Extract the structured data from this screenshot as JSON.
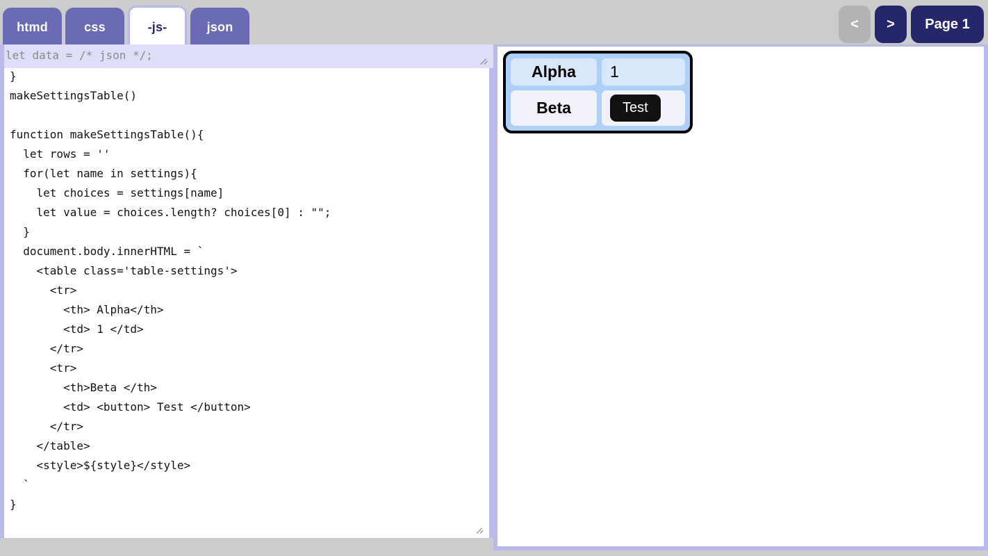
{
  "tabs": [
    {
      "label": "htmd",
      "active": false
    },
    {
      "label": "css",
      "active": false
    },
    {
      "label": "-js-",
      "active": true
    },
    {
      "label": "json",
      "active": false
    }
  ],
  "nav": {
    "prev_label": "<",
    "next_label": ">",
    "page_label": "Page 1",
    "prev_disabled": true,
    "accent_color": "#26266b",
    "disabled_color": "#b3b3b3"
  },
  "editor": {
    "overlay_value": "let data = /* json */;",
    "overlay_placeholder": "let data = /* json */;",
    "code": "  'beta' : words('a b c d e')\n}\nmakeSettingsTable()\n\nfunction makeSettingsTable(){\n  let rows = ''\n  for(let name in settings){\n    let choices = settings[name]\n    let value = choices.length? choices[0] : \"\";\n  }\n  document.body.innerHTML = `\n    <table class='table-settings'>\n      <tr>\n        <th> Alpha</th>\n        <td> 1 </td>\n      </tr>\n      <tr>\n        <th>Beta </th>\n        <td> <button> Test </button>\n      </tr>\n    </table>\n    <style>${style}</style>\n  `\n}"
  },
  "preview": {
    "table": {
      "rows": [
        {
          "header": "Alpha",
          "value": "1",
          "value_is_button": false
        },
        {
          "header": "Beta",
          "value": "Test",
          "value_is_button": true
        }
      ]
    }
  },
  "colors": {
    "page_background": "#cccccc",
    "tab_inactive": "#6b6bb5",
    "tab_active_text": "#26266b",
    "panel_border": "#b9b9ec",
    "overlay_band": "#dedef8",
    "table_background": "#aed0f8",
    "table_cell_row1": "#d9e7fa",
    "table_cell_row2": "#f1f1fa",
    "button_background": "#111111"
  }
}
